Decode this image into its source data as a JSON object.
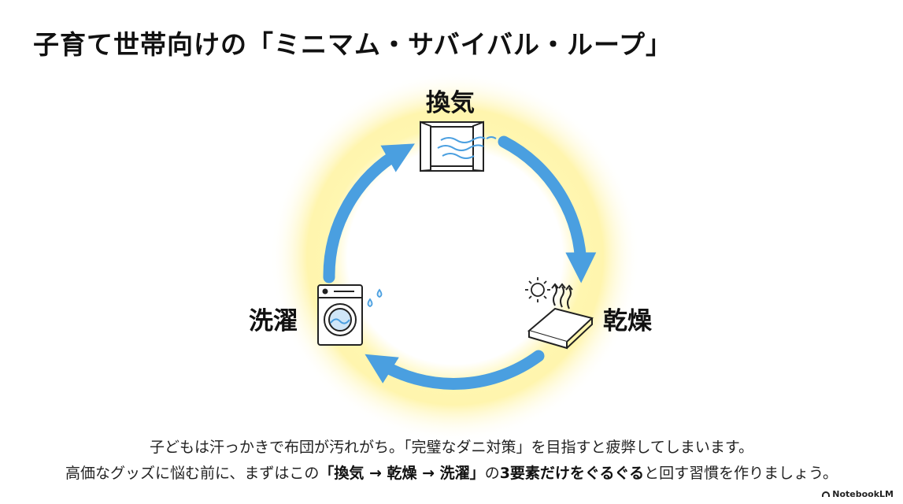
{
  "title": "子育て世帯向けの「ミニマム・サバイバル・ループ」",
  "nodes": {
    "ventilation": "換気",
    "drying": "乾燥",
    "washing": "洗濯"
  },
  "caption": {
    "line1": "子どもは汗っかきで布団が汚れがち。「完璧なダニ対策」を目指すと疲弊してしまいます。",
    "line2_pre": "高価なグッズに悩む前に、まずはこの",
    "line2_bold1": "「換気 → 乾燥 → 洗濯」",
    "line2_mid": "の",
    "line2_bold2": "3要素だけをぐるぐる",
    "line2_post": "と回す習慣を作りましょう。"
  },
  "brand": "NotebookLM",
  "colors": {
    "arrow": "#4a9fe0",
    "glow": "#fff3a0",
    "ink": "#111111"
  },
  "icons": [
    "window-wind-icon",
    "sun-icon",
    "futon-steam-icon",
    "washing-machine-icon",
    "water-drops-icon"
  ]
}
